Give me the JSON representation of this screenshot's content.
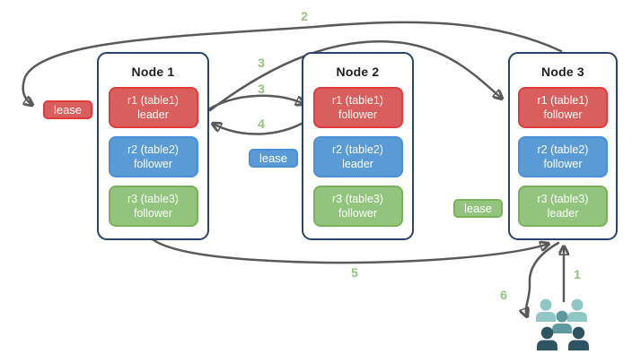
{
  "diagram": {
    "nodes": [
      {
        "title": "Node 1",
        "replicas": [
          {
            "name": "r1 (table1)",
            "role": "leader",
            "color": "red"
          },
          {
            "name": "r2 (table2)",
            "role": "follower",
            "color": "blue"
          },
          {
            "name": "r3 (table3)",
            "role": "follower",
            "color": "green"
          }
        ]
      },
      {
        "title": "Node 2",
        "replicas": [
          {
            "name": "r1 (table1)",
            "role": "follower",
            "color": "red"
          },
          {
            "name": "r2 (table2)",
            "role": "leader",
            "color": "blue"
          },
          {
            "name": "r3 (table3)",
            "role": "follower",
            "color": "green"
          }
        ]
      },
      {
        "title": "Node 3",
        "replicas": [
          {
            "name": "r1 (table1)",
            "role": "follower",
            "color": "red"
          },
          {
            "name": "r2 (table2)",
            "role": "follower",
            "color": "blue"
          },
          {
            "name": "r3 (table3)",
            "role": "leader",
            "color": "green"
          }
        ]
      }
    ],
    "leases": {
      "red": "lease",
      "blue": "lease",
      "green": "lease"
    },
    "steps": {
      "step1": "1",
      "step2": "2",
      "step3a": "3",
      "step3b": "3",
      "step4": "4",
      "step5": "5",
      "step6": "6"
    },
    "colors": {
      "replica_red": "#d85f5d",
      "replica_red_border": "#e13c3b",
      "replica_blue": "#5b9bd5",
      "replica_blue_border": "#4a90d8",
      "replica_green": "#92c47d",
      "replica_green_border": "#79b25a",
      "node_border": "#29446b",
      "arrow": "#5a5a5a",
      "step_label": "#93c47d",
      "people_light": "#8ec7c4",
      "people_mid": "#5f99a0",
      "people_dark": "#2e5362"
    }
  }
}
